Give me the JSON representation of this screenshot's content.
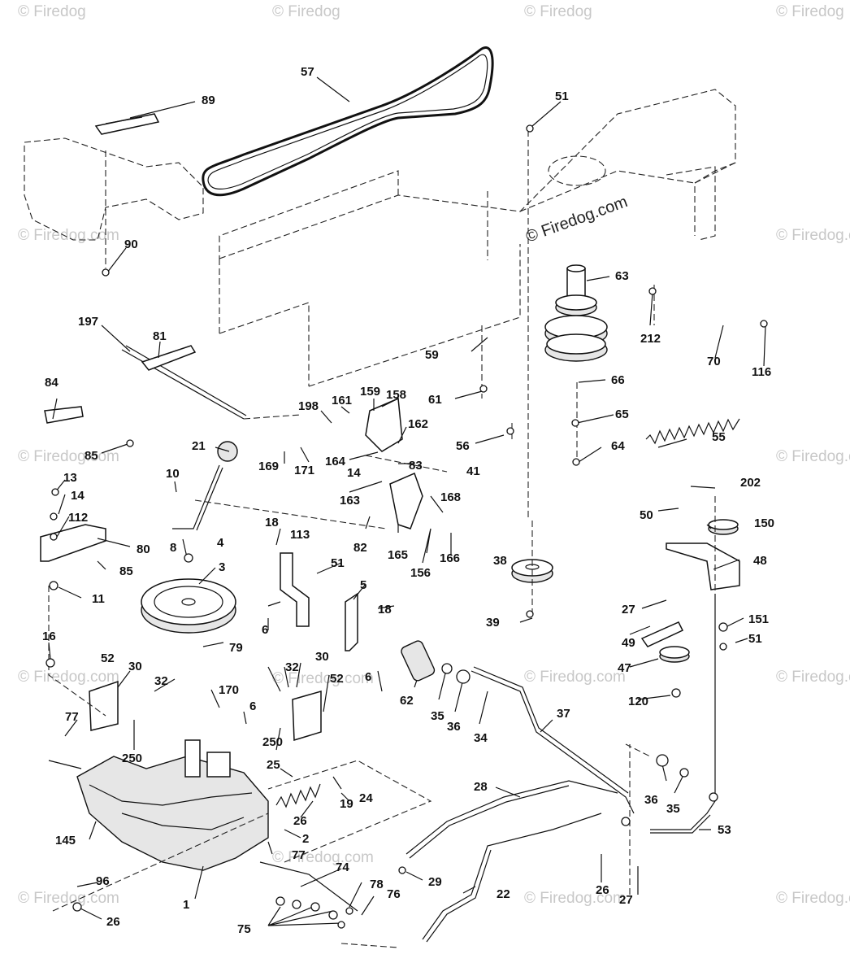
{
  "watermark": {
    "corner_text": "© Firedog",
    "side_text": "© Firedog.com",
    "center_text": "© Firedog.com"
  },
  "callouts": [
    {
      "id": "57",
      "text": "57"
    },
    {
      "id": "89",
      "text": "89"
    },
    {
      "id": "51a",
      "text": "51"
    },
    {
      "id": "90",
      "text": "90"
    },
    {
      "id": "63",
      "text": "63"
    },
    {
      "id": "212",
      "text": "212"
    },
    {
      "id": "70",
      "text": "70"
    },
    {
      "id": "116",
      "text": "116"
    },
    {
      "id": "197",
      "text": "197"
    },
    {
      "id": "81",
      "text": "81"
    },
    {
      "id": "59",
      "text": "59"
    },
    {
      "id": "66",
      "text": "66"
    },
    {
      "id": "61",
      "text": "61"
    },
    {
      "id": "84",
      "text": "84"
    },
    {
      "id": "198",
      "text": "198"
    },
    {
      "id": "161",
      "text": "161"
    },
    {
      "id": "159",
      "text": "159"
    },
    {
      "id": "158",
      "text": "158"
    },
    {
      "id": "65",
      "text": "65"
    },
    {
      "id": "162",
      "text": "162"
    },
    {
      "id": "55",
      "text": "55"
    },
    {
      "id": "85a",
      "text": "85"
    },
    {
      "id": "56",
      "text": "56"
    },
    {
      "id": "64",
      "text": "64"
    },
    {
      "id": "21",
      "text": "21"
    },
    {
      "id": "169",
      "text": "169"
    },
    {
      "id": "171",
      "text": "171"
    },
    {
      "id": "164",
      "text": "164"
    },
    {
      "id": "14a",
      "text": "14"
    },
    {
      "id": "83",
      "text": "83"
    },
    {
      "id": "41",
      "text": "41"
    },
    {
      "id": "10",
      "text": "10"
    },
    {
      "id": "13",
      "text": "13"
    },
    {
      "id": "163",
      "text": "163"
    },
    {
      "id": "202",
      "text": "202"
    },
    {
      "id": "168",
      "text": "168"
    },
    {
      "id": "14b",
      "text": "14"
    },
    {
      "id": "50",
      "text": "50"
    },
    {
      "id": "150",
      "text": "150"
    },
    {
      "id": "112",
      "text": "112"
    },
    {
      "id": "82",
      "text": "82"
    },
    {
      "id": "18a",
      "text": "18"
    },
    {
      "id": "113",
      "text": "113"
    },
    {
      "id": "8",
      "text": "8"
    },
    {
      "id": "80",
      "text": "80"
    },
    {
      "id": "4",
      "text": "4"
    },
    {
      "id": "165",
      "text": "165"
    },
    {
      "id": "166",
      "text": "166"
    },
    {
      "id": "38",
      "text": "38"
    },
    {
      "id": "48",
      "text": "48"
    },
    {
      "id": "85b",
      "text": "85"
    },
    {
      "id": "51b",
      "text": "51"
    },
    {
      "id": "156",
      "text": "156"
    },
    {
      "id": "3",
      "text": "3"
    },
    {
      "id": "5",
      "text": "5"
    },
    {
      "id": "11",
      "text": "11"
    },
    {
      "id": "27a",
      "text": "27"
    },
    {
      "id": "18b",
      "text": "18"
    },
    {
      "id": "6a",
      "text": "6"
    },
    {
      "id": "39",
      "text": "39"
    },
    {
      "id": "151",
      "text": "151"
    },
    {
      "id": "51c",
      "text": "51"
    },
    {
      "id": "16",
      "text": "16"
    },
    {
      "id": "79",
      "text": "79"
    },
    {
      "id": "49",
      "text": "49"
    },
    {
      "id": "52a",
      "text": "52"
    },
    {
      "id": "32a",
      "text": "32"
    },
    {
      "id": "30a",
      "text": "30"
    },
    {
      "id": "30b",
      "text": "30"
    },
    {
      "id": "6b",
      "text": "6"
    },
    {
      "id": "47",
      "text": "47"
    },
    {
      "id": "32b",
      "text": "32"
    },
    {
      "id": "52b",
      "text": "52"
    },
    {
      "id": "62",
      "text": "62"
    },
    {
      "id": "170",
      "text": "170"
    },
    {
      "id": "35a",
      "text": "35"
    },
    {
      "id": "36a",
      "text": "36"
    },
    {
      "id": "120",
      "text": "120"
    },
    {
      "id": "6c",
      "text": "6"
    },
    {
      "id": "77a",
      "text": "77"
    },
    {
      "id": "34",
      "text": "34"
    },
    {
      "id": "37",
      "text": "37"
    },
    {
      "id": "250a",
      "text": "250"
    },
    {
      "id": "250b",
      "text": "250"
    },
    {
      "id": "25",
      "text": "25"
    },
    {
      "id": "24",
      "text": "24"
    },
    {
      "id": "28",
      "text": "28"
    },
    {
      "id": "36b",
      "text": "36"
    },
    {
      "id": "35b",
      "text": "35"
    },
    {
      "id": "19",
      "text": "19"
    },
    {
      "id": "26a",
      "text": "26"
    },
    {
      "id": "53",
      "text": "53"
    },
    {
      "id": "145",
      "text": "145"
    },
    {
      "id": "2",
      "text": "2"
    },
    {
      "id": "77b",
      "text": "77"
    },
    {
      "id": "74",
      "text": "74"
    },
    {
      "id": "29",
      "text": "29"
    },
    {
      "id": "96",
      "text": "96"
    },
    {
      "id": "26c",
      "text": "26"
    },
    {
      "id": "1",
      "text": "1"
    },
    {
      "id": "22",
      "text": "22"
    },
    {
      "id": "27b",
      "text": "27"
    },
    {
      "id": "78",
      "text": "78"
    },
    {
      "id": "76",
      "text": "76"
    },
    {
      "id": "26b",
      "text": "26"
    },
    {
      "id": "75",
      "text": "75"
    }
  ]
}
